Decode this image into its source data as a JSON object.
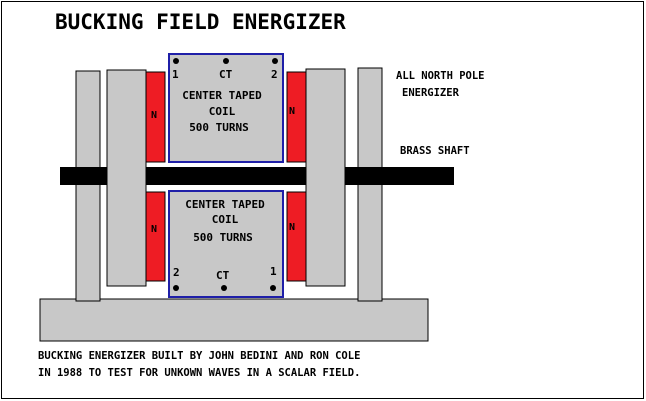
{
  "title": "BUCKING FIELD ENERGIZER",
  "colors": {
    "frame": "#c8c8c8",
    "magnet": "#ee1c24",
    "coil_fill": "#c8c8c8",
    "coil_border": "#1f1fa8",
    "shaft": "#000000",
    "outline": "#000000"
  },
  "top_coil": {
    "terminal_left": "1",
    "terminal_center": "CT",
    "terminal_right": "2",
    "line1": "CENTER TAPED",
    "line2": "COIL",
    "line3": "500 TURNS"
  },
  "bottom_coil": {
    "terminal_left": "2",
    "terminal_center": "CT",
    "terminal_right": "1",
    "line1": "CENTER TAPED",
    "line2": "COIL",
    "line3": "500 TURNS"
  },
  "magnets": {
    "top_left": "N",
    "top_right": "N",
    "bottom_left": "N",
    "bottom_right": "N"
  },
  "labels": {
    "energizer_line1": "ALL NORTH POLE",
    "energizer_line2": "ENERGIZER",
    "shaft": "BRASS SHAFT"
  },
  "caption": {
    "line1": "BUCKING ENERGIZER BUILT BY JOHN BEDINI AND RON COLE",
    "line2": "IN 1988 TO TEST FOR UNKOWN WAVES IN A SCALAR FIELD."
  }
}
